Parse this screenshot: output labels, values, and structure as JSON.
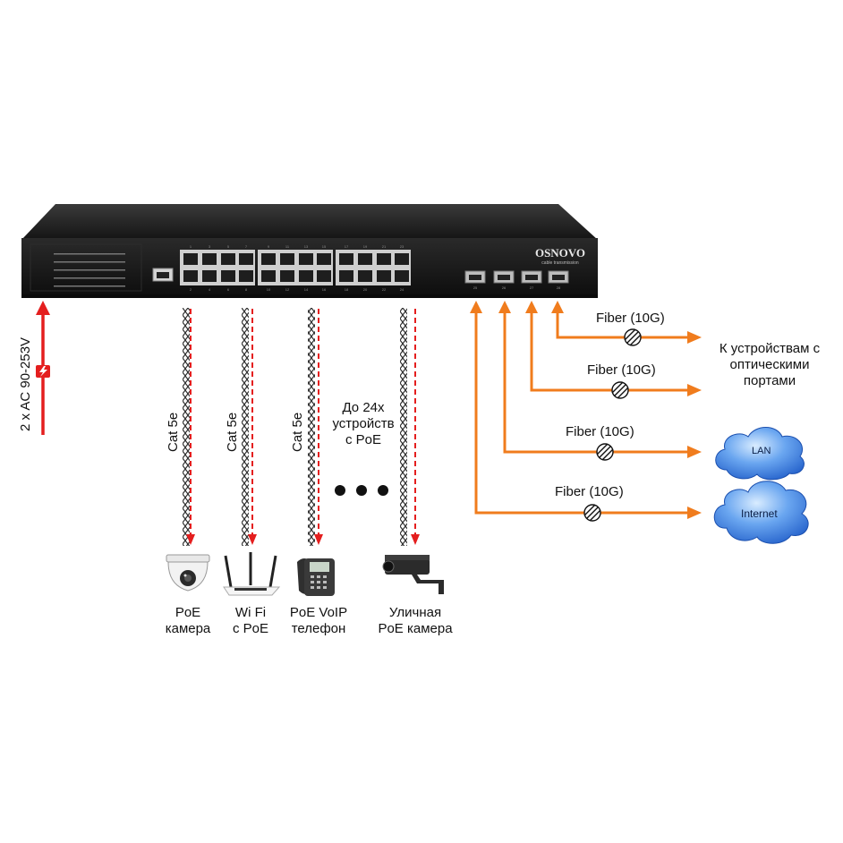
{
  "brand": {
    "name": "OSNOVO",
    "tagline": "cable transmission"
  },
  "power": {
    "label": "2 x AC 90-253V"
  },
  "cables": {
    "copper_label": "Cat 5e",
    "fiber_label": "Fiber (10G)"
  },
  "more_devices": {
    "line1": "До 24х",
    "line2": "устройств",
    "line3": "с PoE"
  },
  "devices": [
    {
      "line1": "PoE",
      "line2": "камера",
      "icon": "dome-camera-icon"
    },
    {
      "line1": "Wi Fi",
      "line2": "с PoE",
      "icon": "wifi-router-icon"
    },
    {
      "line1": "PoE VoIP",
      "line2": "телефон",
      "icon": "ip-phone-icon"
    },
    {
      "line1": "Уличная",
      "line2": "PoE камера",
      "icon": "bullet-camera-icon"
    }
  ],
  "fiber_targets": {
    "optical": {
      "line1": "К устройствам с",
      "line2": "оптическими",
      "line3": "портами"
    },
    "lan": "LAN",
    "internet": "Internet"
  },
  "port_numbers": {
    "top": [
      "1",
      "3",
      "5",
      "7",
      "9",
      "11",
      "13",
      "15",
      "17",
      "19",
      "21",
      "23"
    ],
    "bottom": [
      "2",
      "4",
      "6",
      "8",
      "10",
      "12",
      "14",
      "16",
      "18",
      "20",
      "22",
      "24"
    ],
    "sfp": [
      "25",
      "26",
      "27",
      "28"
    ]
  },
  "colors": {
    "fiber": "#f07c1d",
    "power": "#e41e1e",
    "cable_arrow": "#e41e1e",
    "switch_body": "#1b1b1b",
    "cloud": "#2e6fd6"
  }
}
